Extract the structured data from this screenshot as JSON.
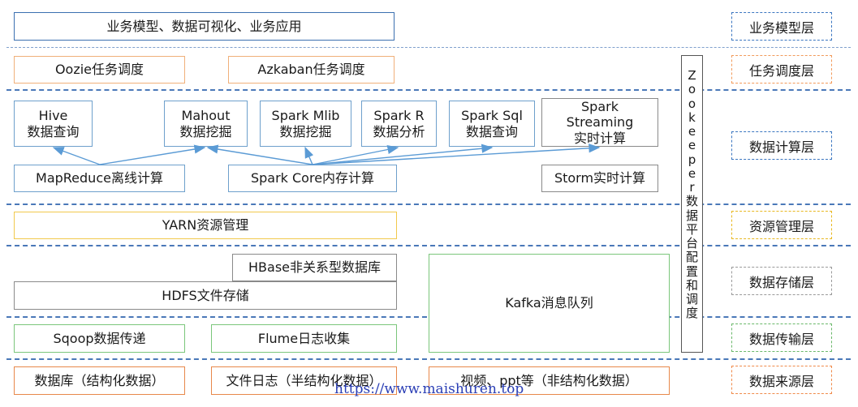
{
  "top_box": "业务模型、数据可视化、业务应用",
  "schedulers": {
    "oozie": "Oozie任务调度",
    "azkaban": "Azkaban任务调度"
  },
  "compute": {
    "hive": [
      "Hive",
      "数据查询"
    ],
    "mahout": [
      "Mahout",
      "数据挖掘"
    ],
    "mllib": [
      "Spark Mlib",
      "数据挖掘"
    ],
    "sparkr": [
      "Spark R",
      "数据分析"
    ],
    "sparksql": [
      "Spark Sql",
      "数据查询"
    ],
    "streaming": [
      "Spark",
      "Streaming",
      "实时计算"
    ],
    "mapreduce": "MapReduce离线计算",
    "sparkcore": "Spark Core内存计算",
    "storm": "Storm实时计算"
  },
  "yarn": "YARN资源管理",
  "storage": {
    "hbase": "HBase非关系型数据库",
    "hdfs": "HDFS文件存储",
    "kafka": "Kafka消息队列"
  },
  "transfer": {
    "sqoop": "Sqoop数据传递",
    "flume": "Flume日志收集"
  },
  "sources": {
    "db": "数据库（结构化数据）",
    "log": "文件日志（半结构化数据）",
    "video": "视频、ppt等（非结构化数据）"
  },
  "zookeeper": {
    "latin": [
      "Z",
      "o",
      "o",
      "k",
      "e",
      "e",
      "p",
      "e",
      "r"
    ],
    "cjk": [
      "数",
      "据",
      "平",
      "台",
      "配",
      "置",
      "和",
      "调",
      "度"
    ]
  },
  "layers": {
    "business": "业务模型层",
    "schedule": "任务调度层",
    "compute": "数据计算层",
    "resource": "资源管理层",
    "storage": "数据存储层",
    "transfer": "数据传输层",
    "source": "数据来源层"
  },
  "watermark": "https://www.maishuren.top",
  "colors": {
    "separator": "#4a78b8",
    "arrow": "#5b9bd5",
    "watermark": "#2a3eb5"
  }
}
